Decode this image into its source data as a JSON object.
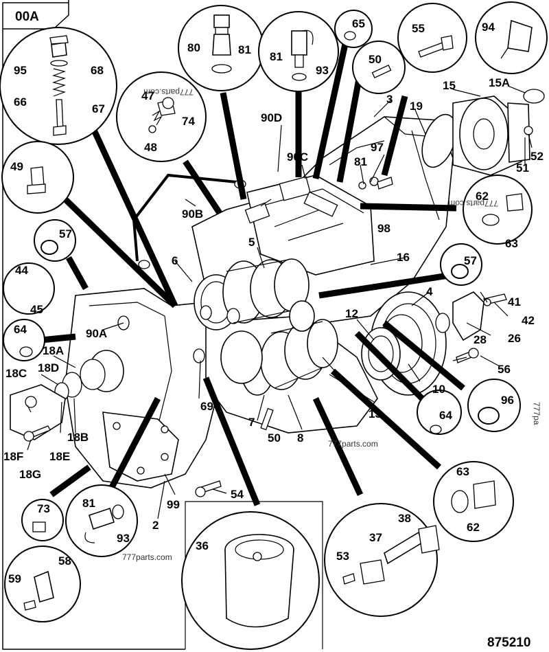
{
  "figure_id": "00A",
  "drawing_number": "875210",
  "watermarks": [
    "777parts.com",
    "777parts.com",
    "777parts.com",
    "777parts.com",
    "777pa"
  ],
  "callouts": {
    "c2": "2",
    "c3": "3",
    "c4": "4",
    "c5": "5",
    "c6": "6",
    "c7": "7",
    "c8": "8",
    "c10": "10",
    "c12": "12",
    "c13": "13",
    "c15": "15",
    "c15A": "15A",
    "c16": "16",
    "c18A": "18A",
    "c18B": "18B",
    "c18C": "18C",
    "c18D": "18D",
    "c18E": "18E",
    "c18F": "18F",
    "c18G": "18G",
    "c19": "19",
    "c26": "26",
    "c28": "28",
    "c36": "36",
    "c37": "37",
    "c38": "38",
    "c41": "41",
    "c42": "42",
    "c44": "44",
    "c45": "45",
    "c47": "47",
    "c48": "48",
    "c49": "49",
    "c50": "50",
    "c50b": "50",
    "c51": "51",
    "c52": "52",
    "c53": "53",
    "c54": "54",
    "c55": "55",
    "c56": "56",
    "c57": "57",
    "c57b": "57",
    "c58": "58",
    "c59": "59",
    "c62": "62",
    "c62b": "62",
    "c63": "63",
    "c63b": "63",
    "c64": "64",
    "c64b": "64",
    "c65": "65",
    "c66": "66",
    "c67": "67",
    "c68": "68",
    "c69": "69",
    "c73": "73",
    "c74": "74",
    "c80": "80",
    "c81": "81",
    "c81b": "81",
    "c81c": "81",
    "c81d": "81",
    "c90A": "90A",
    "c90B": "90B",
    "c90C": "90C",
    "c90D": "90D",
    "c93": "93",
    "c93b": "93",
    "c94": "94",
    "c95": "95",
    "c96": "96",
    "c97": "97",
    "c98": "98",
    "c99": "99"
  }
}
